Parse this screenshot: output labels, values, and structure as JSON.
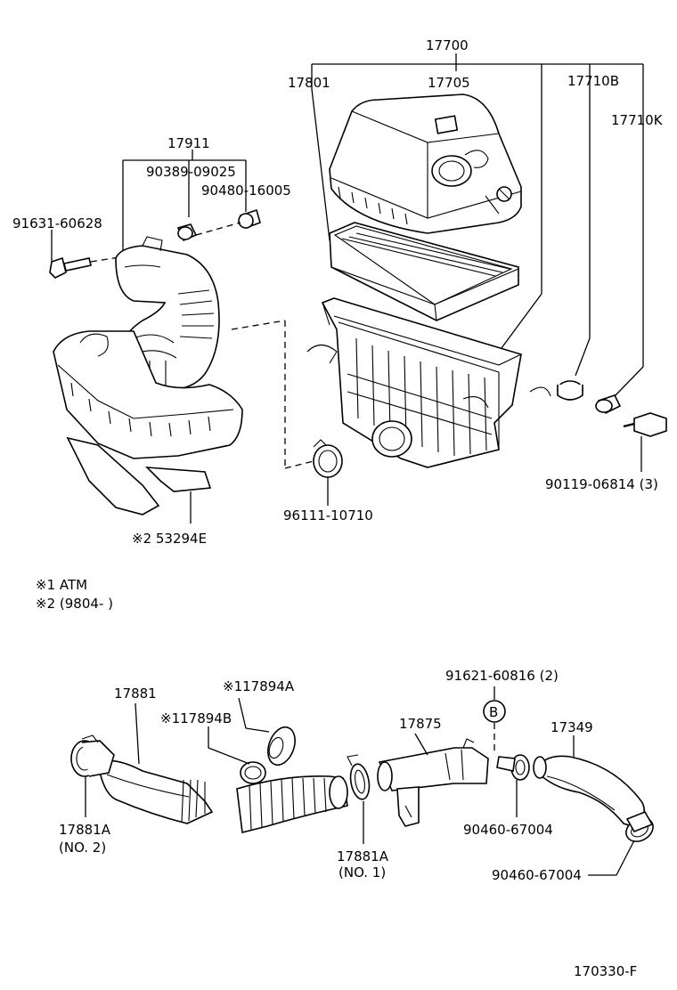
{
  "labels": {
    "p17700": "17700",
    "p17801": "17801",
    "p17705": "17705",
    "p17710B": "17710B",
    "p17710K": "17710K",
    "p17911": "17911",
    "p90389": "90389-09025",
    "p90480": "90480-16005",
    "p91631": "91631-60628",
    "p90119": "90119-06814 (3)",
    "p96111": "96111-10710",
    "p53294E": "※2  53294E",
    "note1": "※1  ATM",
    "note2": "※2  (9804-         )",
    "p91621": "91621-60816 (2)",
    "b_marker": "B",
    "p17881": "17881",
    "p117894A": "※117894A",
    "p117894B": "※117894B",
    "p17875": "17875",
    "p17349": "17349",
    "p17881A_2": "17881A",
    "p17881A_2_sub": "(NO. 2)",
    "p90460_a": "90460-67004",
    "p17881A_1": "17881A",
    "p17881A_1_sub": "(NO. 1)",
    "p90460_b": "90460-67004",
    "diagram_id": "170330-F"
  }
}
